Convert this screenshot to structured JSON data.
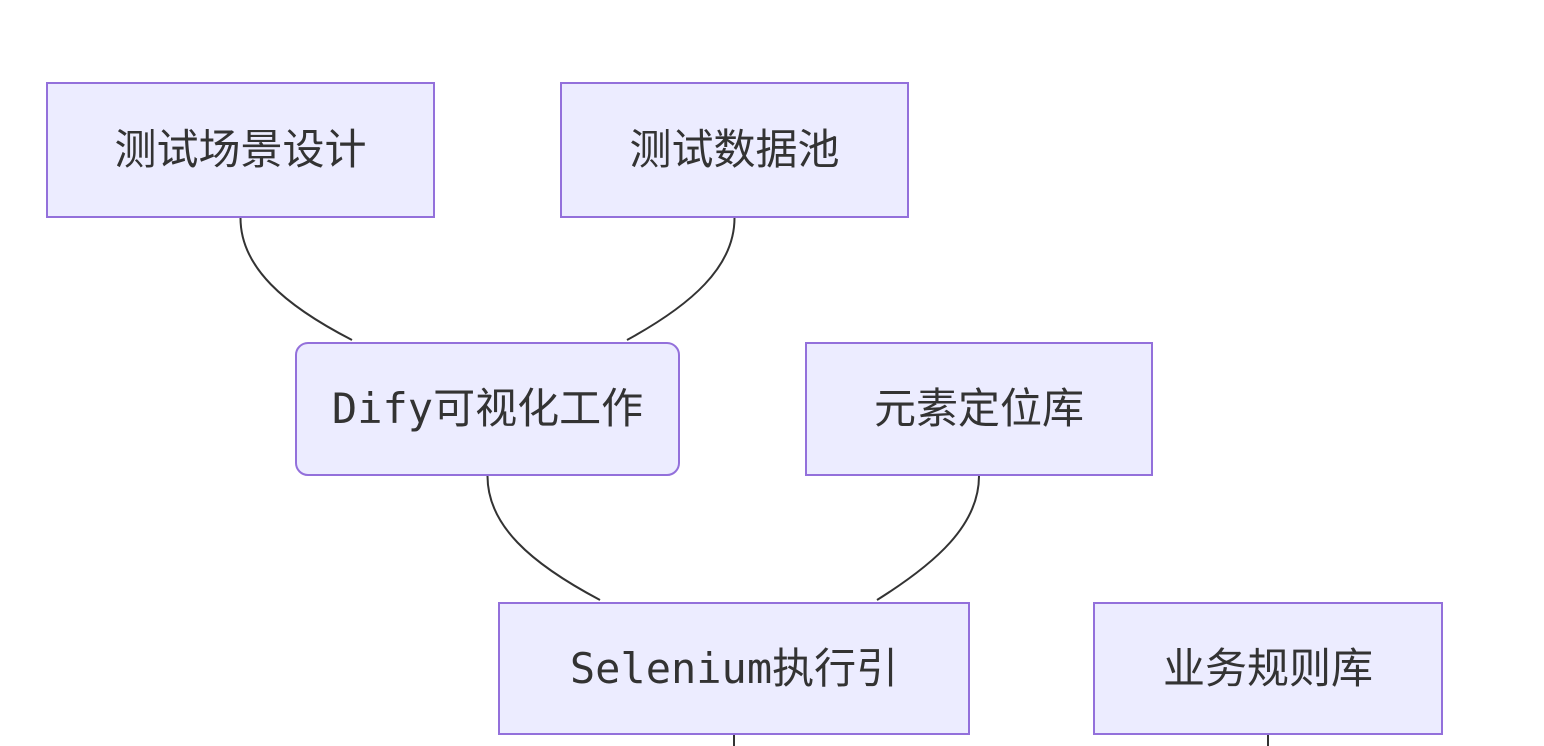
{
  "diagram": {
    "type": "flowchart",
    "direction": "top-down",
    "nodes": [
      {
        "id": "test-scenario-design",
        "label": "测试场景设计",
        "shape": "rectangle"
      },
      {
        "id": "test-data-pool",
        "label": "测试数据池",
        "shape": "rectangle"
      },
      {
        "id": "dify-visual-workflow",
        "label": "Dify可视化工作",
        "shape": "rounded-rectangle"
      },
      {
        "id": "element-locator-library",
        "label": "元素定位库",
        "shape": "rectangle"
      },
      {
        "id": "selenium-execution-engine",
        "label": "Selenium执行引",
        "shape": "rectangle"
      },
      {
        "id": "business-rule-library",
        "label": "业务规则库",
        "shape": "rectangle"
      }
    ],
    "edges": [
      {
        "from": "test-scenario-design",
        "to": "dify-visual-workflow"
      },
      {
        "from": "test-data-pool",
        "to": "dify-visual-workflow"
      },
      {
        "from": "dify-visual-workflow",
        "to": "selenium-execution-engine"
      },
      {
        "from": "element-locator-library",
        "to": "selenium-execution-engine"
      },
      {
        "from": "selenium-execution-engine",
        "to": "offscreen-bottom"
      },
      {
        "from": "business-rule-library",
        "to": "offscreen-bottom"
      }
    ],
    "colors": {
      "node_fill": "#ECECFF",
      "node_border": "#9370DB",
      "edge_line": "#333333",
      "text": "#333333",
      "background": "#FFFFFF"
    }
  }
}
